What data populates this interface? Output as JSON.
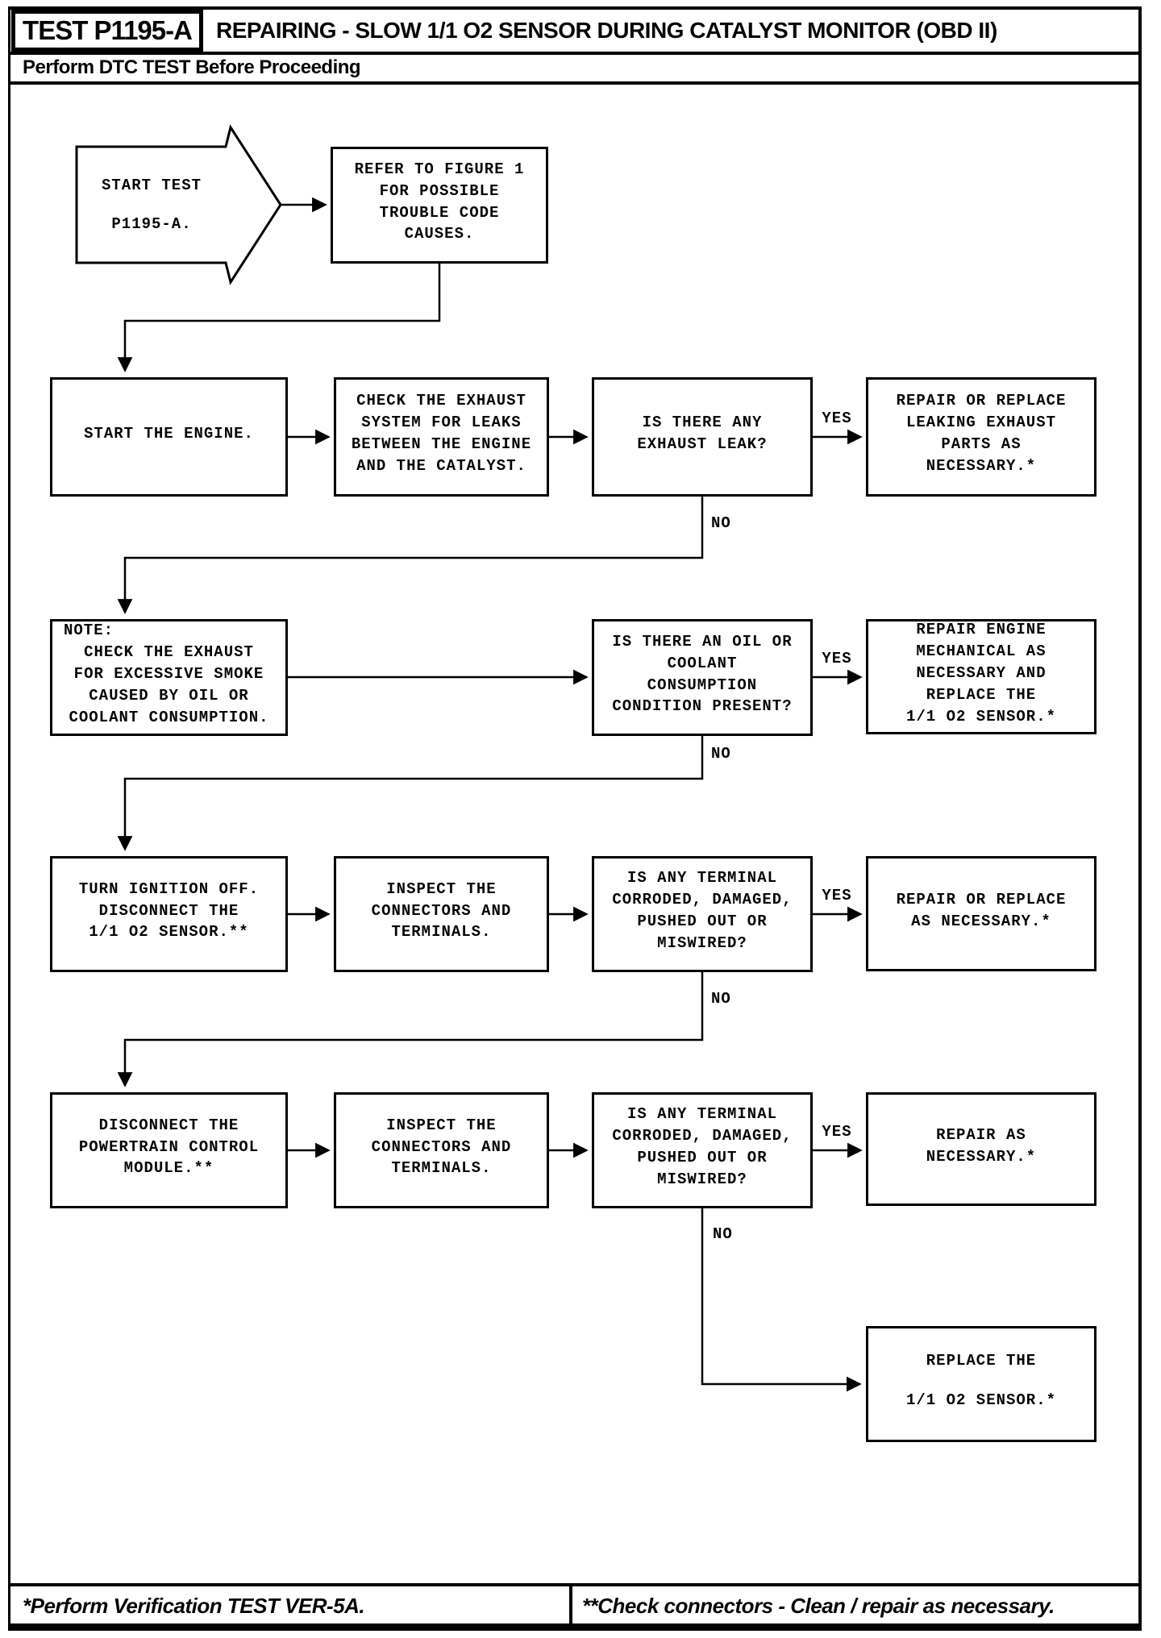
{
  "header": {
    "test_label": "TEST P1195-A",
    "title": "REPAIRING - SLOW 1/1 O2 SENSOR DURING CATALYST MONITOR (OBD II)",
    "subtitle": "Perform DTC TEST Before Proceeding"
  },
  "labels": {
    "yes": "YES",
    "no": "NO"
  },
  "nodes": {
    "start": "START TEST\nP1195-A.",
    "refer": "REFER TO FIGURE 1\nFOR POSSIBLE\nTROUBLE CODE\nCAUSES.",
    "start_engine": "START THE ENGINE.",
    "check_exhaust": "CHECK THE EXHAUST\nSYSTEM FOR LEAKS\nBETWEEN THE ENGINE\nAND THE CATALYST.",
    "exhaust_leak_q": "IS THERE ANY\nEXHAUST LEAK?",
    "repair_exhaust_parts": "REPAIR OR REPLACE\nLEAKING EXHAUST\nPARTS AS\nNECESSARY.*",
    "note_label": "NOTE:",
    "note_body": "CHECK THE EXHAUST\nFOR EXCESSIVE SMOKE\nCAUSED BY OIL OR\nCOOLANT CONSUMPTION.",
    "oil_coolant_q": "IS THERE AN OIL OR\nCOOLANT\nCONSUMPTION\nCONDITION PRESENT?",
    "repair_engine_mech": "REPAIR ENGINE\nMECHANICAL AS\nNECESSARY AND\nREPLACE THE\n1/1 O2 SENSOR.*",
    "turn_ignition": "TURN IGNITION OFF.\nDISCONNECT THE\n1/1 O2 SENSOR.**",
    "inspect_connectors": "INSPECT THE\nCONNECTORS AND\nTERMINALS.",
    "terminal_q": "IS ANY TERMINAL\nCORRODED, DAMAGED,\nPUSHED OUT OR\nMISWIRED?",
    "repair_or_replace": "REPAIR OR REPLACE\nAS NECESSARY.*",
    "disconnect_pcm": "DISCONNECT THE\nPOWERTRAIN CONTROL\nMODULE.**",
    "repair_as_necessary": "REPAIR AS\nNECESSARY.*",
    "replace_sensor": "REPLACE THE\n1/1 O2 SENSOR.*"
  },
  "footer": {
    "left_note": "*Perform Verification TEST VER-5A.",
    "right_note": "**Check connectors - Clean / repair as necessary."
  },
  "colors": {
    "ink": "#000000",
    "paper": "#ffffff"
  }
}
